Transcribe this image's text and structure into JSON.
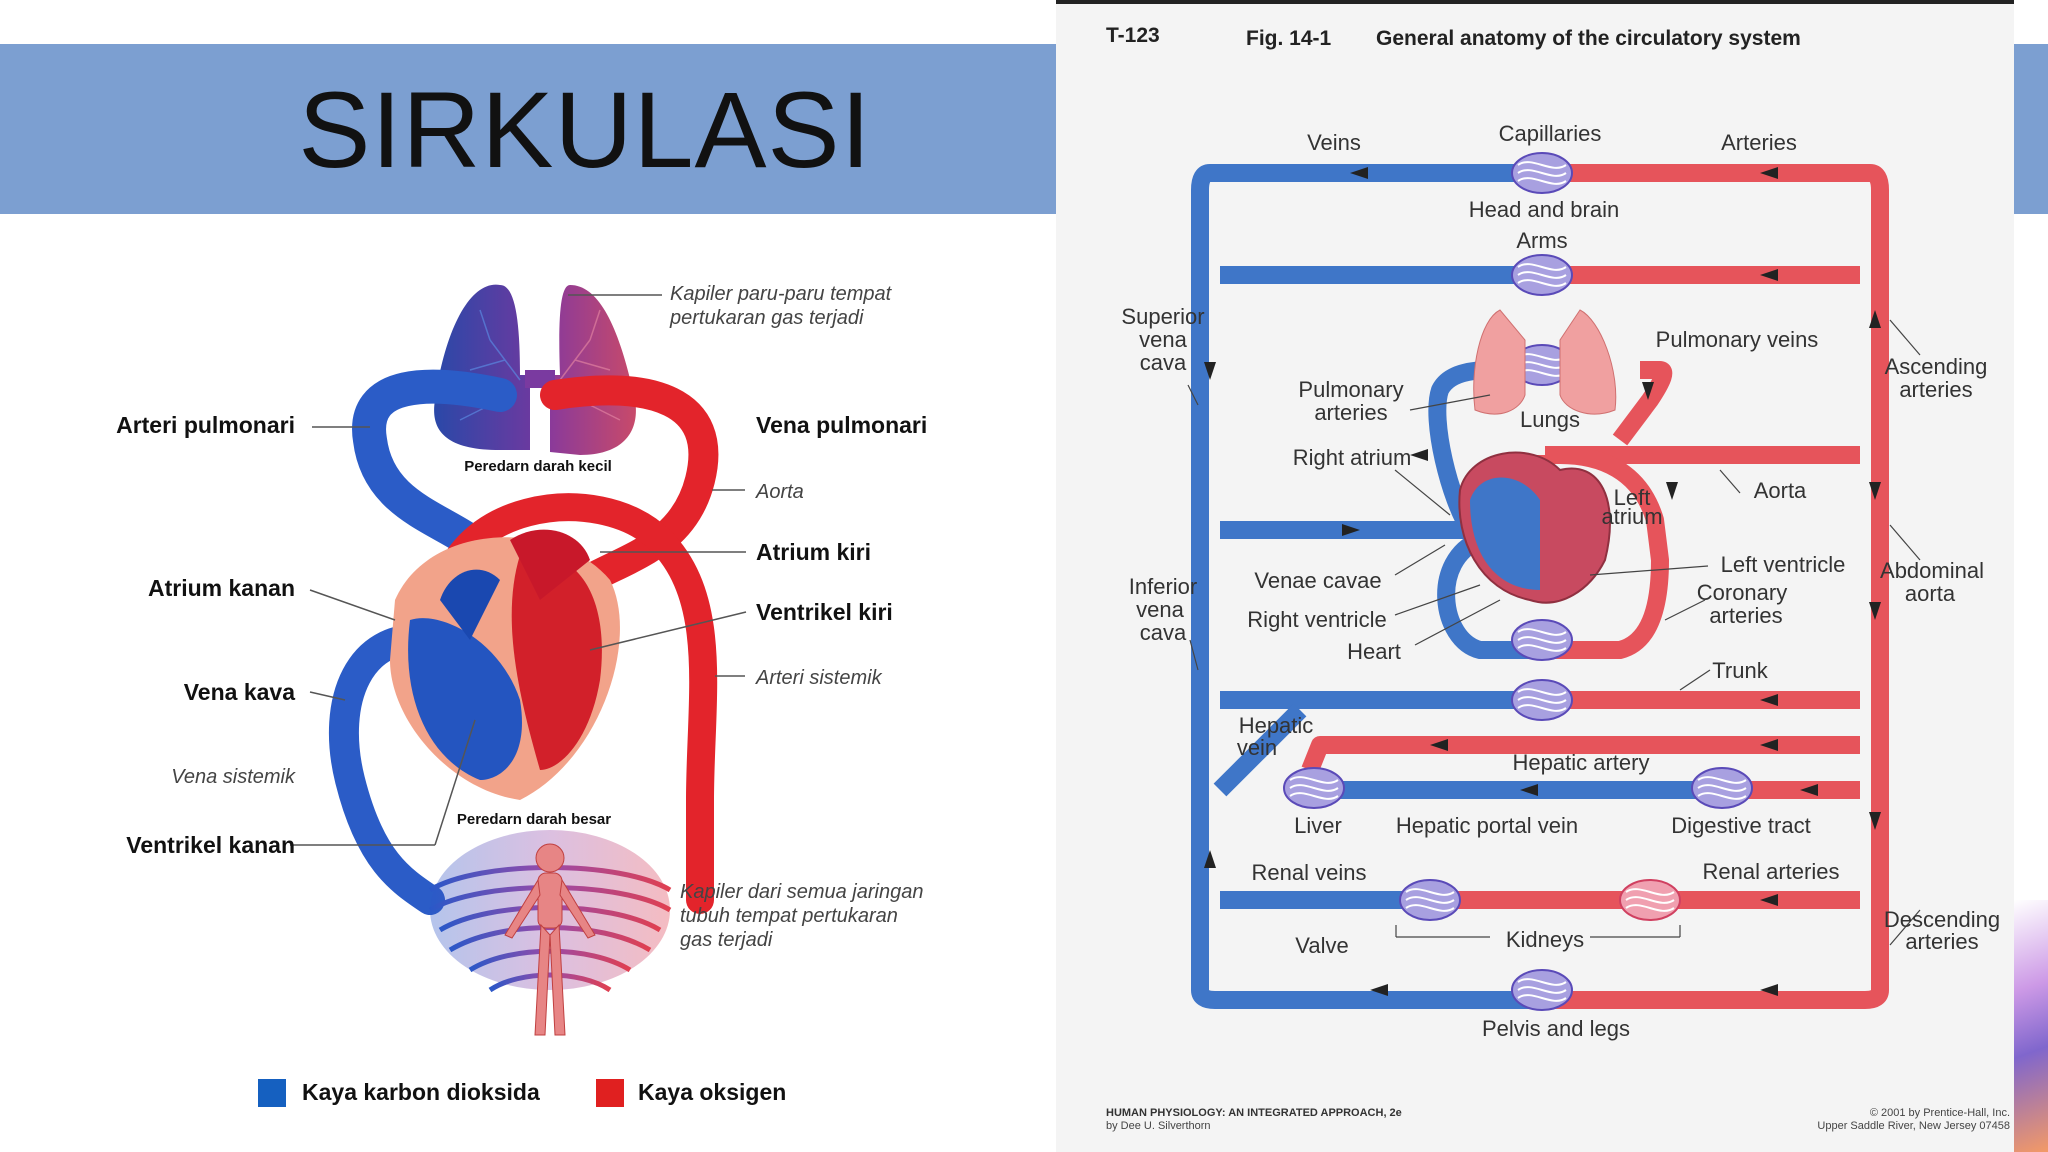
{
  "slide_title": "SIRKULASI",
  "colors": {
    "band": "#7c9fd1",
    "venous": "#3f76c8",
    "arterial": "#e6545b",
    "legend_blue": "#1560c0",
    "legend_red": "#e02020"
  },
  "left_diagram": {
    "labels": {
      "arteri_pulmonari": "Arteri pulmonari",
      "vena_pulmonari": "Vena pulmonari",
      "kapiler_paru_1": "Kapiler paru-paru tempat",
      "kapiler_paru_2": "pertukaran gas terjadi",
      "peredaran_kecil": "Peredarn darah kecil",
      "aorta": "Aorta",
      "atrium_kiri": "Atrium kiri",
      "atrium_kanan": "Atrium kanan",
      "ventrikel_kiri": "Ventrikel kiri",
      "arteri_sistemik": "Arteri sistemik",
      "vena_kava": "Vena kava",
      "vena_sistemik": "Vena sistemik",
      "peredaran_besar": "Peredarn darah besar",
      "ventrikel_kanan": "Ventrikel kanan",
      "kapiler_jaringan_1": "Kapiler dari semua jaringan",
      "kapiler_jaringan_2": "tubuh tempat pertukaran",
      "kapiler_jaringan_3": "gas terjadi"
    },
    "legend": [
      {
        "label": "Kaya karbon dioksida",
        "color": "#1560c0"
      },
      {
        "label": "Kaya oksigen",
        "color": "#e02020"
      }
    ]
  },
  "right_figure": {
    "code": "T-123",
    "fig_number": "Fig. 14-1",
    "fig_title": "General anatomy of the circulatory system",
    "labels": {
      "veins": "Veins",
      "capillaries": "Capillaries",
      "arteries": "Arteries",
      "head_brain": "Head and brain",
      "arms": "Arms",
      "superior_1": "Superior",
      "superior_2": "vena",
      "superior_3": "cava",
      "pulm_veins": "Pulmonary veins",
      "ascending_1": "Ascending",
      "ascending_2": "arteries",
      "pulm_arteries_1": "Pulmonary",
      "pulm_arteries_2": "arteries",
      "lungs": "Lungs",
      "right_atrium": "Right atrium",
      "left_atrium_1": "Left",
      "left_atrium_2": "atrium",
      "aorta": "Aorta",
      "venae_cavae": "Venae cavae",
      "left_ventricle": "Left ventricle",
      "abdominal_1": "Abdominal",
      "abdominal_2": "aorta",
      "inferior_1": "Inferior",
      "inferior_2": "vena",
      "inferior_3": "cava",
      "right_ventricle": "Right ventricle",
      "coronary_1": "Coronary",
      "coronary_2": "arteries",
      "heart": "Heart",
      "trunk": "Trunk",
      "hepatic_vein_1": "Hepatic",
      "hepatic_vein_2": "vein",
      "hepatic_artery": "Hepatic artery",
      "liver": "Liver",
      "hepatic_portal": "Hepatic portal vein",
      "digestive": "Digestive tract",
      "renal_veins": "Renal veins",
      "renal_arteries": "Renal arteries",
      "valve": "Valve",
      "kidneys": "Kidneys",
      "descending_1": "Descending",
      "descending_2": "arteries",
      "pelvis_legs": "Pelvis and legs"
    },
    "footer": {
      "book": "HUMAN PHYSIOLOGY: AN INTEGRATED APPROACH, 2e",
      "author": "by Dee U. Silverthorn",
      "copyright": "© 2001 by Prentice-Hall, Inc.",
      "publisher": "Upper Saddle River, New Jersey 07458"
    }
  }
}
